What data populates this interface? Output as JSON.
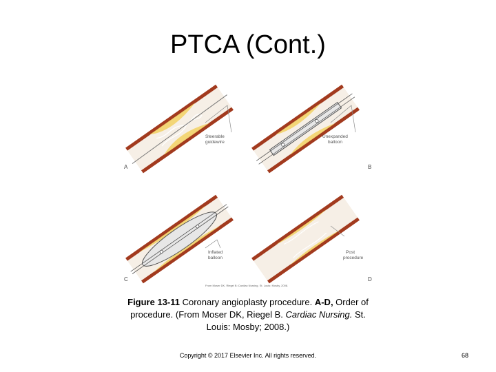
{
  "slide": {
    "title": "PTCA (Cont.)"
  },
  "figure": {
    "panels": [
      {
        "letter": "A",
        "label_line1": "Steerable",
        "label_line2": "guidewire"
      },
      {
        "letter": "B",
        "label_line1": "Unexpanded",
        "label_line2": "balloon"
      },
      {
        "letter": "C",
        "label_line1": "Inflated",
        "label_line2": "balloon"
      },
      {
        "letter": "D",
        "label_line1": "Post",
        "label_line2": "procedure"
      }
    ],
    "credit": "From Moser DK, Riegel B: Cardiac Nursing. St. Louis: Mosby, 2008.",
    "colors": {
      "artery_wall": "#a23a1e",
      "lumen": "#f6efe6",
      "plaque": "#f3d36a",
      "balloon": "#e7e7e7"
    }
  },
  "caption": {
    "fig_num": "Figure 13-11",
    "desc": " Coronary angioplasty procedure. ",
    "ad": "A-D,",
    "order": " Order of procedure. (From Moser DK, Riegel B. ",
    "book": "Cardiac Nursing.",
    "pub": " St. Louis: Mosby; 2008.)"
  },
  "footer": {
    "copyright": "Copyright © 2017 Elsevier Inc. All rights reserved.",
    "page": "68"
  }
}
